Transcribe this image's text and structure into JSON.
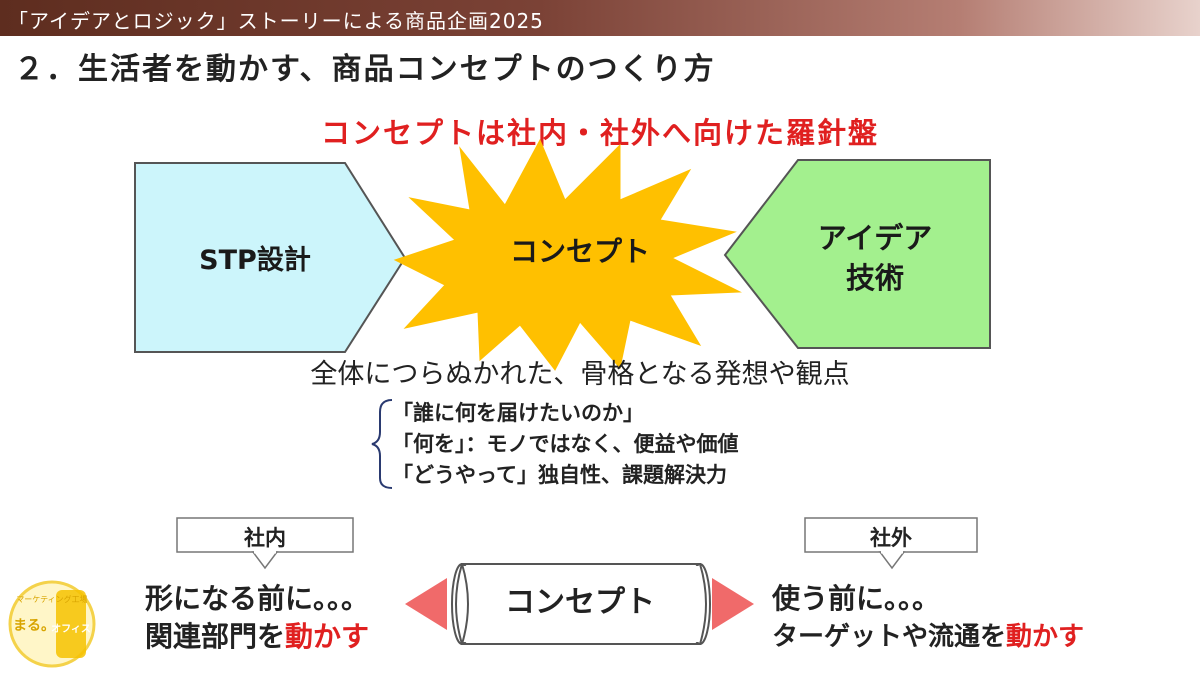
{
  "header": {
    "title": "「アイデアとロジック」ストーリーによる商品企画2025"
  },
  "slide": {
    "title": "２．生活者を動かす、商品コンセプトのつくり方"
  },
  "headline": "コンセプトは社内・社外へ向けた羅針盤",
  "diagram": {
    "left_box": "STP設計",
    "center_burst": "コンセプト",
    "right_box_line1": "アイデア",
    "right_box_line2": "技術"
  },
  "sub_heading": "全体につらぬかれた、骨格となる発想や観点",
  "points": [
    "「誰に何を届けたいのか」",
    "「何を」：モノではなく、便益や価値",
    "「どうやって」独自性、課題解決力"
  ],
  "bottom": {
    "inside_label": "社内",
    "outside_label": "社外",
    "left_line1": "形になる前に。。。",
    "left_line2_prefix": "関連部門を",
    "left_line2_emph": "動かす",
    "concept": "コンセプト",
    "right_line1": "使う前に。。。",
    "right_line2_prefix": "ターゲットや流通を",
    "right_line2_emph": "動かす"
  },
  "logo": {
    "text_top": "マーケティング工場",
    "text_main": "まる。",
    "text_side": "オフィス"
  },
  "colors": {
    "left_box": "#ccf5fb",
    "burst": "#ffc000",
    "right_box": "#a3f08e",
    "emphasis": "#e02020",
    "arrow": "#f06a6a"
  }
}
